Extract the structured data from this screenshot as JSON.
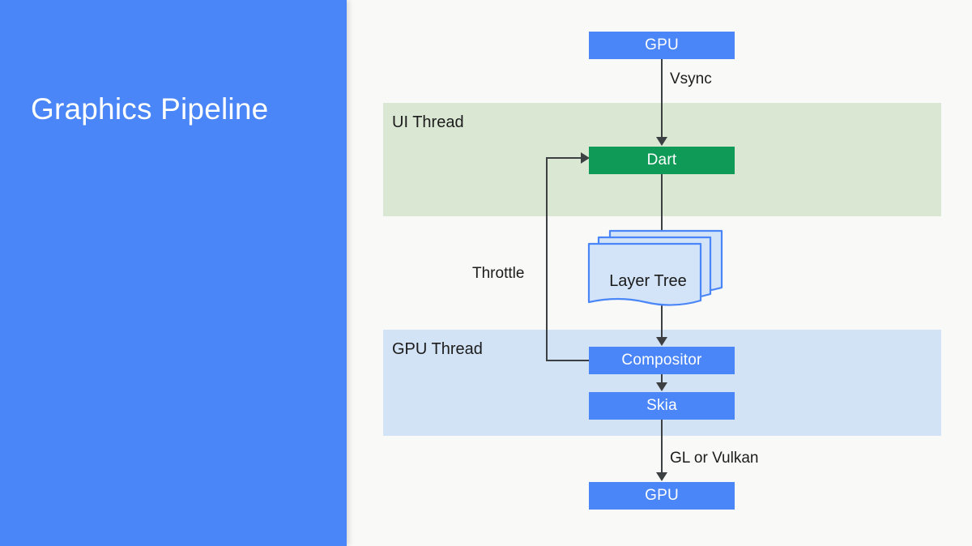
{
  "slide": {
    "title": "Graphics Pipeline",
    "background_color": "#f9f9f8",
    "panel_color": "#4a86f7"
  },
  "diagram": {
    "type": "flowchart",
    "bands": [
      {
        "id": "ui-thread",
        "label": "UI Thread",
        "color": "#d9e7d3"
      },
      {
        "id": "gpu-thread",
        "label": "GPU Thread",
        "color": "#d2e3f5"
      }
    ],
    "nodes": [
      {
        "id": "gpu-top",
        "label": "GPU",
        "color": "#4a86f7",
        "shape": "rect"
      },
      {
        "id": "dart",
        "label": "Dart",
        "color": "#0f9b57",
        "shape": "rect"
      },
      {
        "id": "layer-tree",
        "label": "Layer Tree",
        "color": "#d2e3f5",
        "shape": "stacked-sheets"
      },
      {
        "id": "compositor",
        "label": "Compositor",
        "color": "#4a86f7",
        "shape": "rect"
      },
      {
        "id": "skia",
        "label": "Skia",
        "color": "#4a86f7",
        "shape": "rect"
      },
      {
        "id": "gpu-bottom",
        "label": "GPU",
        "color": "#4a86f7",
        "shape": "rect"
      }
    ],
    "edges": [
      {
        "from": "gpu-top",
        "to": "dart",
        "label": "Vsync"
      },
      {
        "from": "dart",
        "to": "layer-tree",
        "label": ""
      },
      {
        "from": "layer-tree",
        "to": "compositor",
        "label": ""
      },
      {
        "from": "compositor",
        "to": "skia",
        "label": ""
      },
      {
        "from": "compositor",
        "to": "dart",
        "label": "Throttle"
      },
      {
        "from": "skia",
        "to": "gpu-bottom",
        "label": "GL or Vulkan"
      }
    ],
    "edge_labels": {
      "vsync": "Vsync",
      "throttle": "Throttle",
      "gl_or_vulkan": "GL or Vulkan"
    }
  }
}
